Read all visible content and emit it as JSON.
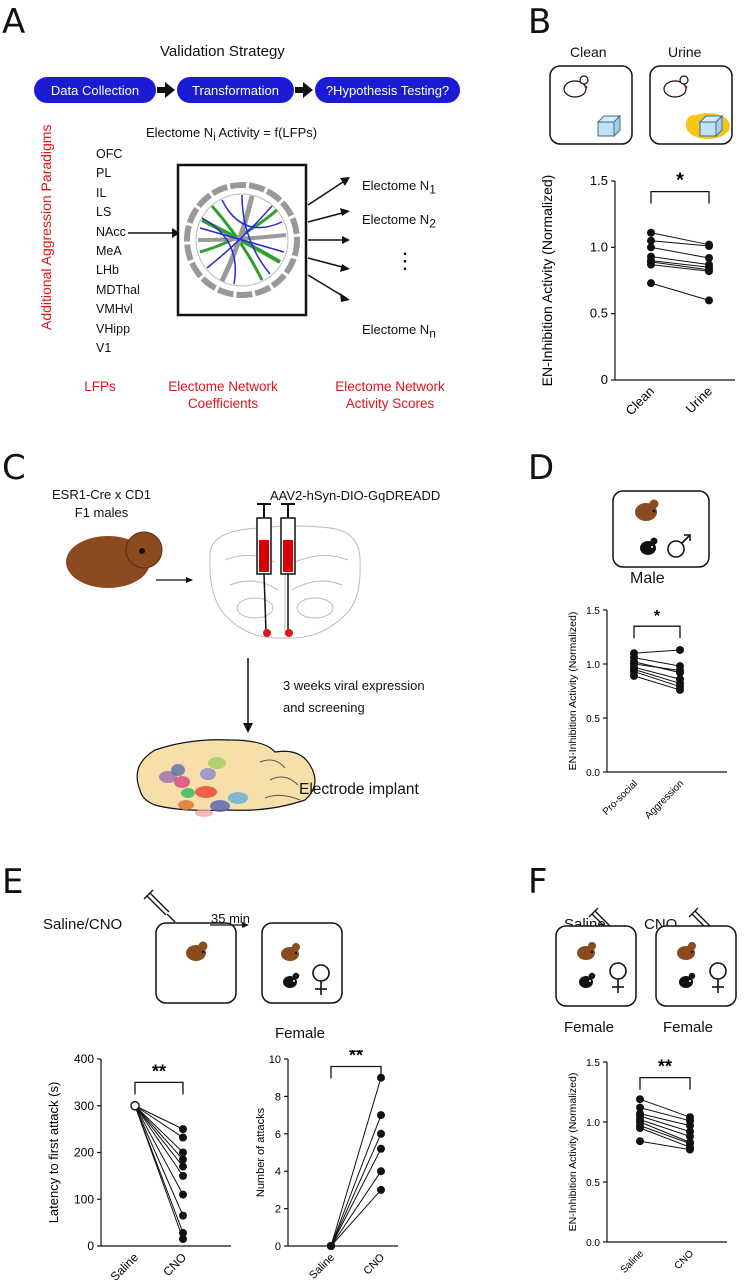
{
  "panels": {
    "A": "A",
    "B": "B",
    "C": "C",
    "D": "D",
    "E": "E",
    "F": "F"
  },
  "panelA": {
    "title": "Validation Strategy",
    "steps": [
      "Data Collection",
      "Transformation",
      "?Hypothesis Testing?"
    ],
    "formula_prefix": "Electome N",
    "formula_sub": "i",
    "formula_suffix": " Activity = f(LFPs)",
    "side_label": "Additional Aggression Paradigms",
    "regions": [
      "OFC",
      "PL",
      "IL",
      "LS",
      "NAcc",
      "MeA",
      "LHb",
      "MDThal",
      "VMHvl",
      "VHipp",
      "V1"
    ],
    "electome_prefix": "Electome N",
    "electome_subs": [
      "1",
      "2",
      "n"
    ],
    "ellipsis": "⋮",
    "captions": [
      "LFPs",
      "Electome Network Coefficients",
      "Electome  Network Activity Scores"
    ]
  },
  "panelB": {
    "conditions": [
      "Clean",
      "Urine"
    ],
    "sig": "*",
    "chart_data": {
      "type": "line",
      "ylabel": "EN-Inhibition Activity (Normalized)",
      "categories": [
        "Clean",
        "Urine"
      ],
      "yticks": [
        "0",
        "0.5",
        "1.0",
        "1.5"
      ],
      "ylim": [
        0,
        1.5
      ],
      "pairs": [
        [
          1.11,
          1.02
        ],
        [
          1.05,
          1.01
        ],
        [
          1.0,
          0.92
        ],
        [
          0.93,
          0.87
        ],
        [
          0.9,
          0.85
        ],
        [
          0.89,
          0.83
        ],
        [
          0.87,
          0.82
        ],
        [
          0.73,
          0.6
        ]
      ]
    }
  },
  "panelC": {
    "strain": "ESR1-Cre x CD1\nF1 males",
    "virus": "AAV2-hSyn-DIO-GqDREADD",
    "expression": "3 weeks viral expression\nand screening",
    "implant": "Electrode implant"
  },
  "panelD": {
    "sex_label": "Male",
    "sig": "*",
    "chart_data": {
      "type": "line",
      "ylabel": "EN-Inhibition Activity (Normalized)",
      "categories": [
        "Pro-social",
        "Aggression"
      ],
      "yticks": [
        "0.0",
        "0.5",
        "1.0",
        "1.5"
      ],
      "ylim": [
        0,
        1.5
      ],
      "pairs": [
        [
          1.1,
          1.13
        ],
        [
          1.06,
          0.98
        ],
        [
          1.02,
          0.92
        ],
        [
          1.0,
          0.94
        ],
        [
          0.97,
          0.86
        ],
        [
          0.95,
          0.82
        ],
        [
          0.93,
          0.79
        ],
        [
          0.89,
          0.76
        ]
      ]
    }
  },
  "panelE": {
    "treatment": "Saline/CNO",
    "delay": "35 min",
    "sex_label": "Female",
    "chart_left": {
      "sig": "**",
      "chart_data": {
        "type": "line",
        "ylabel": "Latency to first attack  (s)",
        "categories": [
          "Saline",
          "CNO"
        ],
        "yticks": [
          "0",
          "100",
          "200",
          "300",
          "400"
        ],
        "ylim": [
          0,
          400
        ],
        "pairs": [
          [
            300,
            250
          ],
          [
            300,
            232
          ],
          [
            300,
            200
          ],
          [
            300,
            185
          ],
          [
            300,
            170
          ],
          [
            300,
            150
          ],
          [
            300,
            110
          ],
          [
            300,
            65
          ],
          [
            300,
            28
          ],
          [
            300,
            15
          ]
        ]
      }
    },
    "chart_right": {
      "sig": "**",
      "chart_data": {
        "type": "line",
        "ylabel": "Number of attacks",
        "categories": [
          "Saline",
          "CNO"
        ],
        "yticks": [
          "0",
          "2",
          "4",
          "6",
          "8",
          "10"
        ],
        "ylim": [
          0,
          10
        ],
        "pairs": [
          [
            0,
            9
          ],
          [
            0,
            7
          ],
          [
            0,
            6
          ],
          [
            0,
            5.2
          ],
          [
            0,
            4
          ],
          [
            0,
            3
          ]
        ]
      }
    }
  },
  "panelF": {
    "conditions": [
      "Saline",
      "CNO"
    ],
    "sex_labels": [
      "Female",
      "Female"
    ],
    "sig": "**",
    "chart_data": {
      "type": "line",
      "ylabel": "EN-Inhibition Activity (Normalized)",
      "categories": [
        "Saline",
        "CNO"
      ],
      "yticks": [
        "0.0",
        "0.5",
        "1.0",
        "1.5"
      ],
      "ylim": [
        0,
        1.5
      ],
      "pairs": [
        [
          1.19,
          1.04
        ],
        [
          1.12,
          1.01
        ],
        [
          1.07,
          0.97
        ],
        [
          1.05,
          0.92
        ],
        [
          1.02,
          0.88
        ],
        [
          1.0,
          0.83
        ],
        [
          0.97,
          0.82
        ],
        [
          0.95,
          0.79
        ],
        [
          0.84,
          0.77
        ]
      ]
    }
  },
  "colors": {
    "brand_blue": "#1b1bd6",
    "label_red": "#e0141c",
    "mouse_brown": "#8b4a1f",
    "urine_yellow": "#f5c518",
    "brain_tan": "#f6dfa8"
  }
}
